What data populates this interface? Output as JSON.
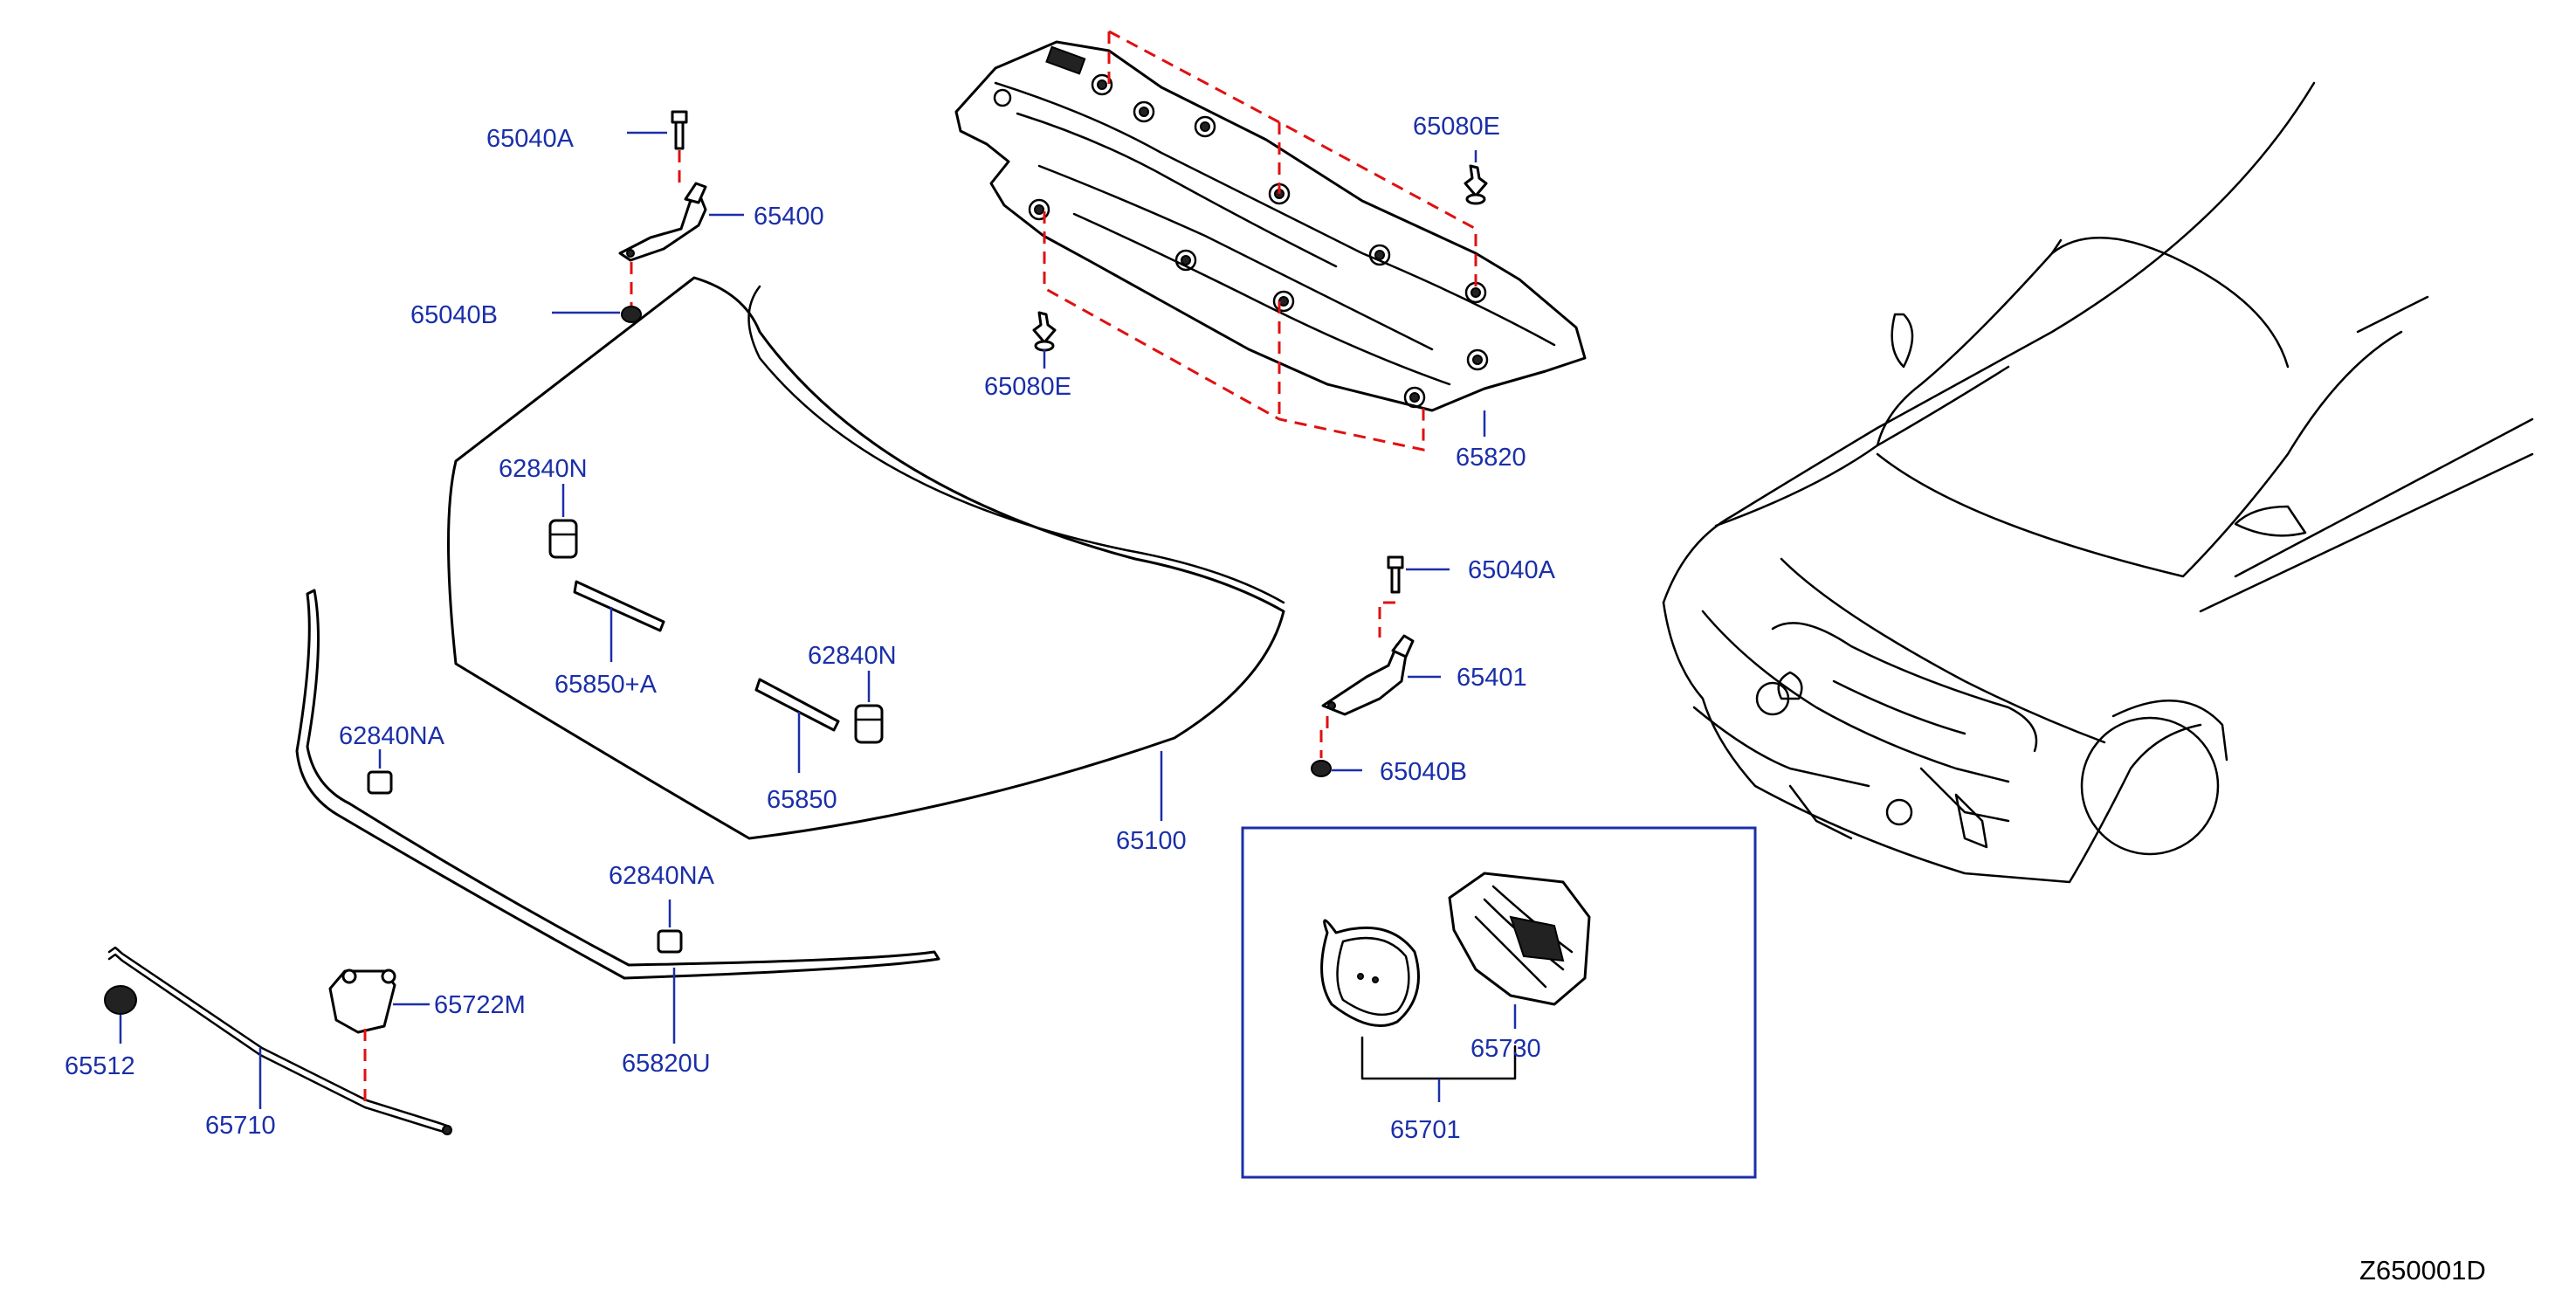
{
  "diagram_code": "Z650001D",
  "colors": {
    "label": "#1a2fa8",
    "leader": "#1a2fa8",
    "dashed_guide": "#e01010",
    "line_art": "#000000"
  },
  "labels": {
    "p65040A_top": "65040A",
    "p65400": "65400",
    "p65040B_top": "65040B",
    "p65080E_left": "65080E",
    "p65080E_right": "65080E",
    "p65820": "65820",
    "p62840N_left": "62840N",
    "p65850A": "65850+A",
    "p62840N_mid": "62840N",
    "p65850": "65850",
    "p62840NA_left": "62840NA",
    "p62840NA_mid": "62840NA",
    "p65100": "65100",
    "p65040A_right": "65040A",
    "p65401": "65401",
    "p65040B_right": "65040B",
    "p65722M": "65722M",
    "p65512": "65512",
    "p65710": "65710",
    "p65820U": "65820U",
    "p65730": "65730",
    "p65701": "65701"
  }
}
